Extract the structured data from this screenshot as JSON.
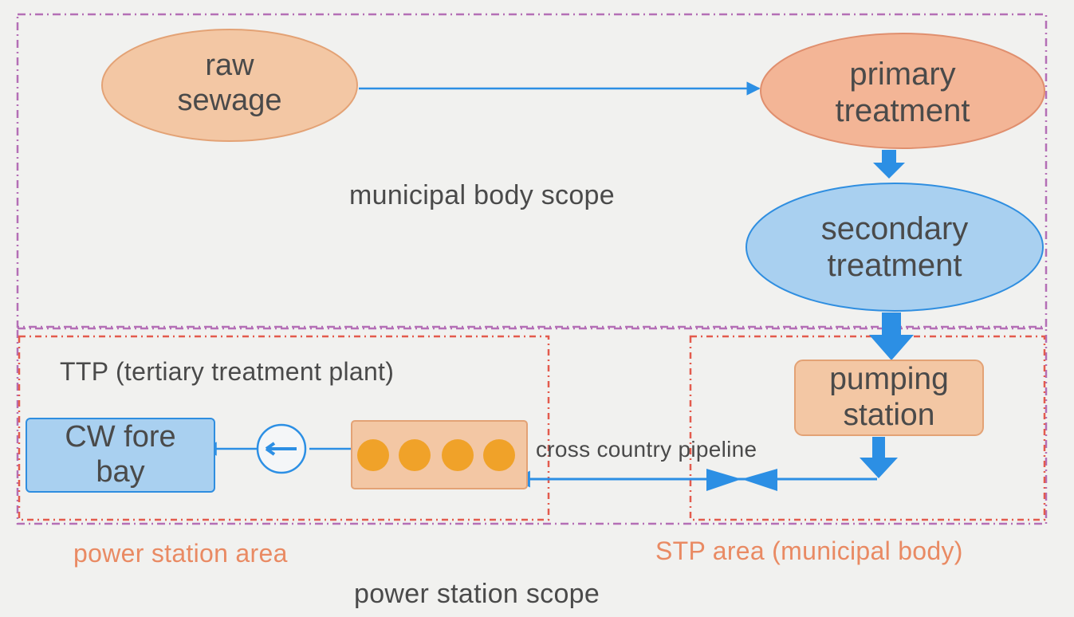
{
  "colors": {
    "background": "#f1f1ef",
    "orange_fill": "#f3c7a4",
    "orange_stroke": "#e3a275",
    "blue_fill": "#a9d0f0",
    "blue_stroke": "#2f8ee0",
    "arrow_blue": "#2c8fe4",
    "scope_border_purple": "#b46fb6",
    "scope_border_red": "#e35b4d",
    "area_label": "#e98a63",
    "text": "#4a4a4a",
    "dot_orange": "#f0a229"
  },
  "scope_labels": {
    "municipal": "municipal body scope",
    "power_station": "power station scope"
  },
  "area_labels": {
    "power_station": "power station area",
    "stp": "STP area (municipal body)"
  },
  "nodes": {
    "raw_sewage": "raw\nsewage",
    "primary_treatment": "primary\ntreatment",
    "secondary_treatment": "secondary\ntreatment",
    "pumping_station": "pumping\nstation",
    "ttp": "TTP (tertiary treatment plant)",
    "cw_fore_bay": "CW fore\nbay",
    "pipeline": "cross country pipeline"
  }
}
